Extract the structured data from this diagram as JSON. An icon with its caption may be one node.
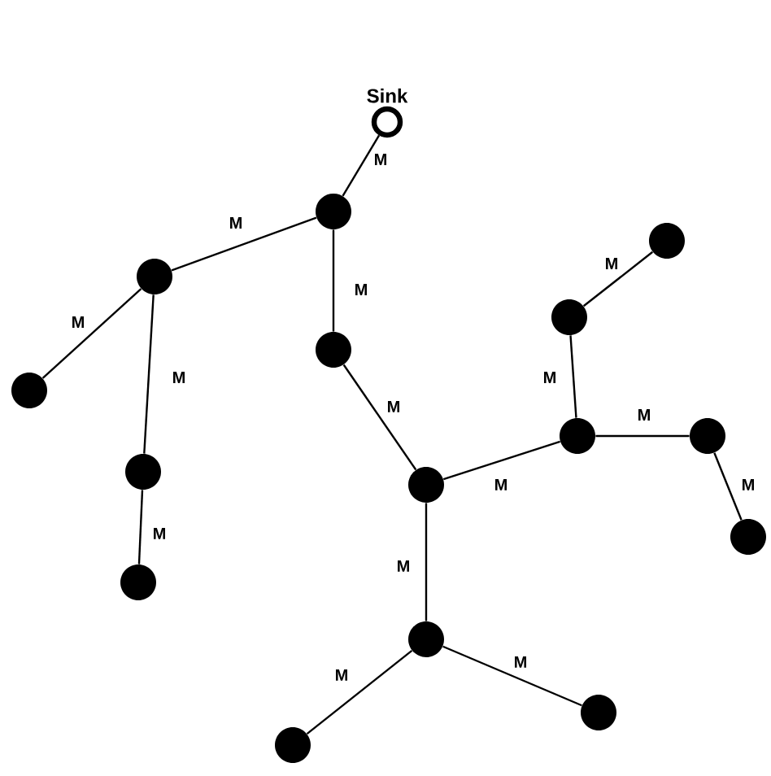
{
  "diagram": {
    "nodes": [
      {
        "text": [
          "Sink"
        ]
      },
      {
        "text": [],
        "shape": "circle"
      },
      {
        "text": [],
        "shape": "circle"
      },
      {
        "text": [],
        "shape": "circle"
      },
      {
        "text": [],
        "shape": "circle"
      },
      {
        "text": [],
        "shape": "circle"
      },
      {
        "text": [],
        "shape": "circle"
      },
      {
        "text": [],
        "shape": "circle"
      },
      {
        "text": [],
        "shape": "circle"
      },
      {
        "text": [],
        "shape": "circle"
      },
      {
        "text": [],
        "shape": "circle"
      },
      {
        "text": [],
        "shape": "circle"
      },
      {
        "text": [],
        "shape": "circle"
      },
      {
        "text": [],
        "shape": "circle"
      },
      {
        "text": [],
        "shape": "circle"
      },
      {
        "text": [],
        "shape": "circle"
      }
    ],
    "edges": [
      {
        "from": 0,
        "to": 1,
        "arrow": "none",
        "label": "M"
      },
      {
        "from": 1,
        "to": 2,
        "arrow": "none",
        "label": "M"
      },
      {
        "from": 2,
        "to": 3,
        "arrow": "none",
        "label": "M"
      },
      {
        "from": 2,
        "to": 4,
        "arrow": "none",
        "label": "M"
      },
      {
        "from": 4,
        "to": 5,
        "arrow": "none",
        "label": "M"
      },
      {
        "from": 1,
        "to": 6,
        "arrow": "none",
        "label": "M"
      },
      {
        "from": 6,
        "to": 7,
        "arrow": "none",
        "label": "M"
      },
      {
        "from": 7,
        "to": 8,
        "arrow": "none",
        "label": "M"
      },
      {
        "from": 8,
        "to": 9,
        "arrow": "none",
        "label": "M"
      },
      {
        "from": 9,
        "to": 10,
        "arrow": "none",
        "label": "M"
      },
      {
        "from": 8,
        "to": 11,
        "arrow": "none",
        "label": "M"
      },
      {
        "from": 11,
        "to": 12,
        "arrow": "none",
        "label": "M"
      },
      {
        "from": 7,
        "to": 13,
        "arrow": "none",
        "label": "M"
      },
      {
        "from": 13,
        "to": 14,
        "arrow": "none",
        "label": "M"
      },
      {
        "from": 13,
        "to": 15,
        "arrow": "none",
        "label": "M"
      }
    ]
  }
}
